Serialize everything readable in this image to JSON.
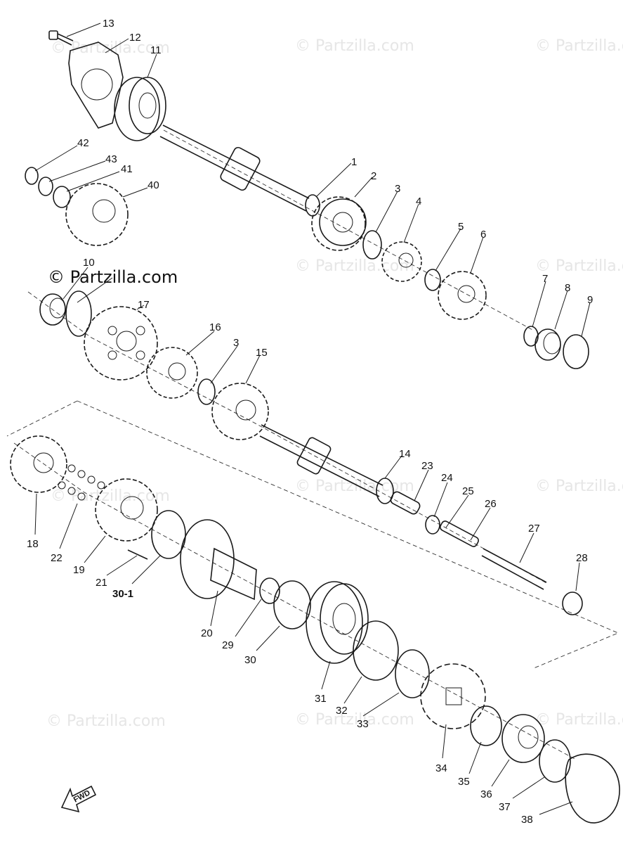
{
  "watermark": "© Partzilla.com",
  "brand_label": "© Partzilla.com",
  "fwd_label": "FWD",
  "callouts": [
    {
      "id": "c13",
      "text": "13"
    },
    {
      "id": "c12",
      "text": "12"
    },
    {
      "id": "c11",
      "text": "11"
    },
    {
      "id": "c42",
      "text": "42"
    },
    {
      "id": "c43",
      "text": "43"
    },
    {
      "id": "c41",
      "text": "41"
    },
    {
      "id": "c40",
      "text": "40"
    },
    {
      "id": "c1",
      "text": "1"
    },
    {
      "id": "c2",
      "text": "2"
    },
    {
      "id": "c3a",
      "text": "3"
    },
    {
      "id": "c4",
      "text": "4"
    },
    {
      "id": "c5",
      "text": "5"
    },
    {
      "id": "c6",
      "text": "6"
    },
    {
      "id": "c7",
      "text": "7"
    },
    {
      "id": "c8",
      "text": "8"
    },
    {
      "id": "c9",
      "text": "9"
    },
    {
      "id": "c10",
      "text": "10"
    },
    {
      "id": "c17",
      "text": "17"
    },
    {
      "id": "c16",
      "text": "16"
    },
    {
      "id": "c3b",
      "text": "3"
    },
    {
      "id": "c15",
      "text": "15"
    },
    {
      "id": "c14",
      "text": "14"
    },
    {
      "id": "c23",
      "text": "23"
    },
    {
      "id": "c24",
      "text": "24"
    },
    {
      "id": "c25",
      "text": "25"
    },
    {
      "id": "c26",
      "text": "26"
    },
    {
      "id": "c27",
      "text": "27"
    },
    {
      "id": "c28",
      "text": "28"
    },
    {
      "id": "c18",
      "text": "18"
    },
    {
      "id": "c22",
      "text": "22"
    },
    {
      "id": "c19",
      "text": "19"
    },
    {
      "id": "c21",
      "text": "21"
    },
    {
      "id": "c30-1",
      "text": "30-1"
    },
    {
      "id": "c20",
      "text": "20"
    },
    {
      "id": "c29",
      "text": "29"
    },
    {
      "id": "c30",
      "text": "30"
    },
    {
      "id": "c31",
      "text": "31"
    },
    {
      "id": "c32",
      "text": "32"
    },
    {
      "id": "c33",
      "text": "33"
    },
    {
      "id": "c34",
      "text": "34"
    },
    {
      "id": "c35",
      "text": "35"
    },
    {
      "id": "c36",
      "text": "36"
    },
    {
      "id": "c37",
      "text": "37"
    },
    {
      "id": "c38",
      "text": "38"
    }
  ]
}
